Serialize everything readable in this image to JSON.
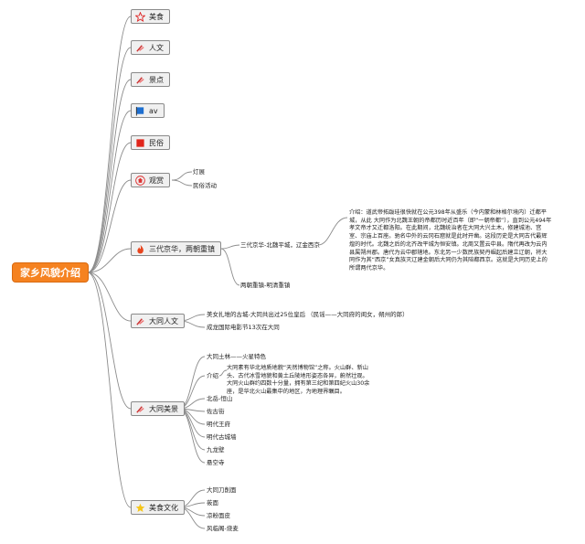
{
  "root": "家乡风貌介绍",
  "branches": [
    {
      "label": "美食",
      "icon": "star-outline-icon"
    },
    {
      "label": "人文",
      "icon": "tools-icon"
    },
    {
      "label": "景点",
      "icon": "tools-icon"
    },
    {
      "label": "av",
      "icon": "blue-flag-icon"
    },
    {
      "label": "民俗",
      "icon": "red-square-icon"
    },
    {
      "label": "观赏",
      "icon": "home-icon",
      "children": [
        "灯展",
        "民俗活动"
      ]
    },
    {
      "label": "三代京华，两朝重镇",
      "icon": "fire-icon",
      "children": [
        "三代京华-北魏平城，辽金西京",
        "两朝重镇-明清重镇"
      ],
      "note": "介绍：道武帝拓跋珪很快就在公元398年从盛乐（今内蒙和林格尔境内）迁都平城，从此 大同作为北魏王朝的帝都历时近百年（即“一朝帝都”），直到公元494年孝文帝才又迁都洛阳。在此期间，北魏统治者在大同大兴土木，修建城池、宫室、宗庙上百座。驰名中外的云冈石窟就是此时开凿。这段历史是大同古代最辉煌的时代。北魏之后的北齐改平城为恒安镇。北周又置云中县。隋代再改为云内县属朔州郡。唐代为云中郡辖地。东北另一少数民族契丹崛起后建立辽朝，将大同作为其“西京”女真族灭辽建金朝后大同仍为其陪都西京。这就是大同历史上的所谓两代京华。"
    },
    {
      "label": "大同人文",
      "icon": "tools-icon",
      "children": [
        "美女扎堆的古城-大同共出过25位皇后 （民谣——大同府的闺女，朔州的郎）",
        "成龙国际电影节13次在大同"
      ]
    },
    {
      "label": "大同美景",
      "icon": "tools-icon",
      "children": [
        "大同土林——火星特色",
        "介绍",
        "北岳-恒山",
        "佐古街",
        "明代王府",
        "明代古城墙",
        "九龙壁",
        "悬空寺"
      ],
      "note": "大同素有华北地质地貌“天然博物馆”之称。火山群、新山头、古代冰雪地貌和黄土丘陵地形姿态各异，蔚然壮观。大同火山群约四数十分量，拥有第三纪和第四纪火山30余座，是华北火山最集中的地区，为地理界瞩目。"
    },
    {
      "label": "美食文化",
      "icon": "yellow-star-icon",
      "children": [
        "大同刀削面",
        "莜面",
        "凉粉面皮",
        "风临阁-烧麦"
      ]
    }
  ],
  "colors": {
    "root": "#f58220",
    "link": "#8c8c8c",
    "node_bg": "#f0f0f0"
  }
}
